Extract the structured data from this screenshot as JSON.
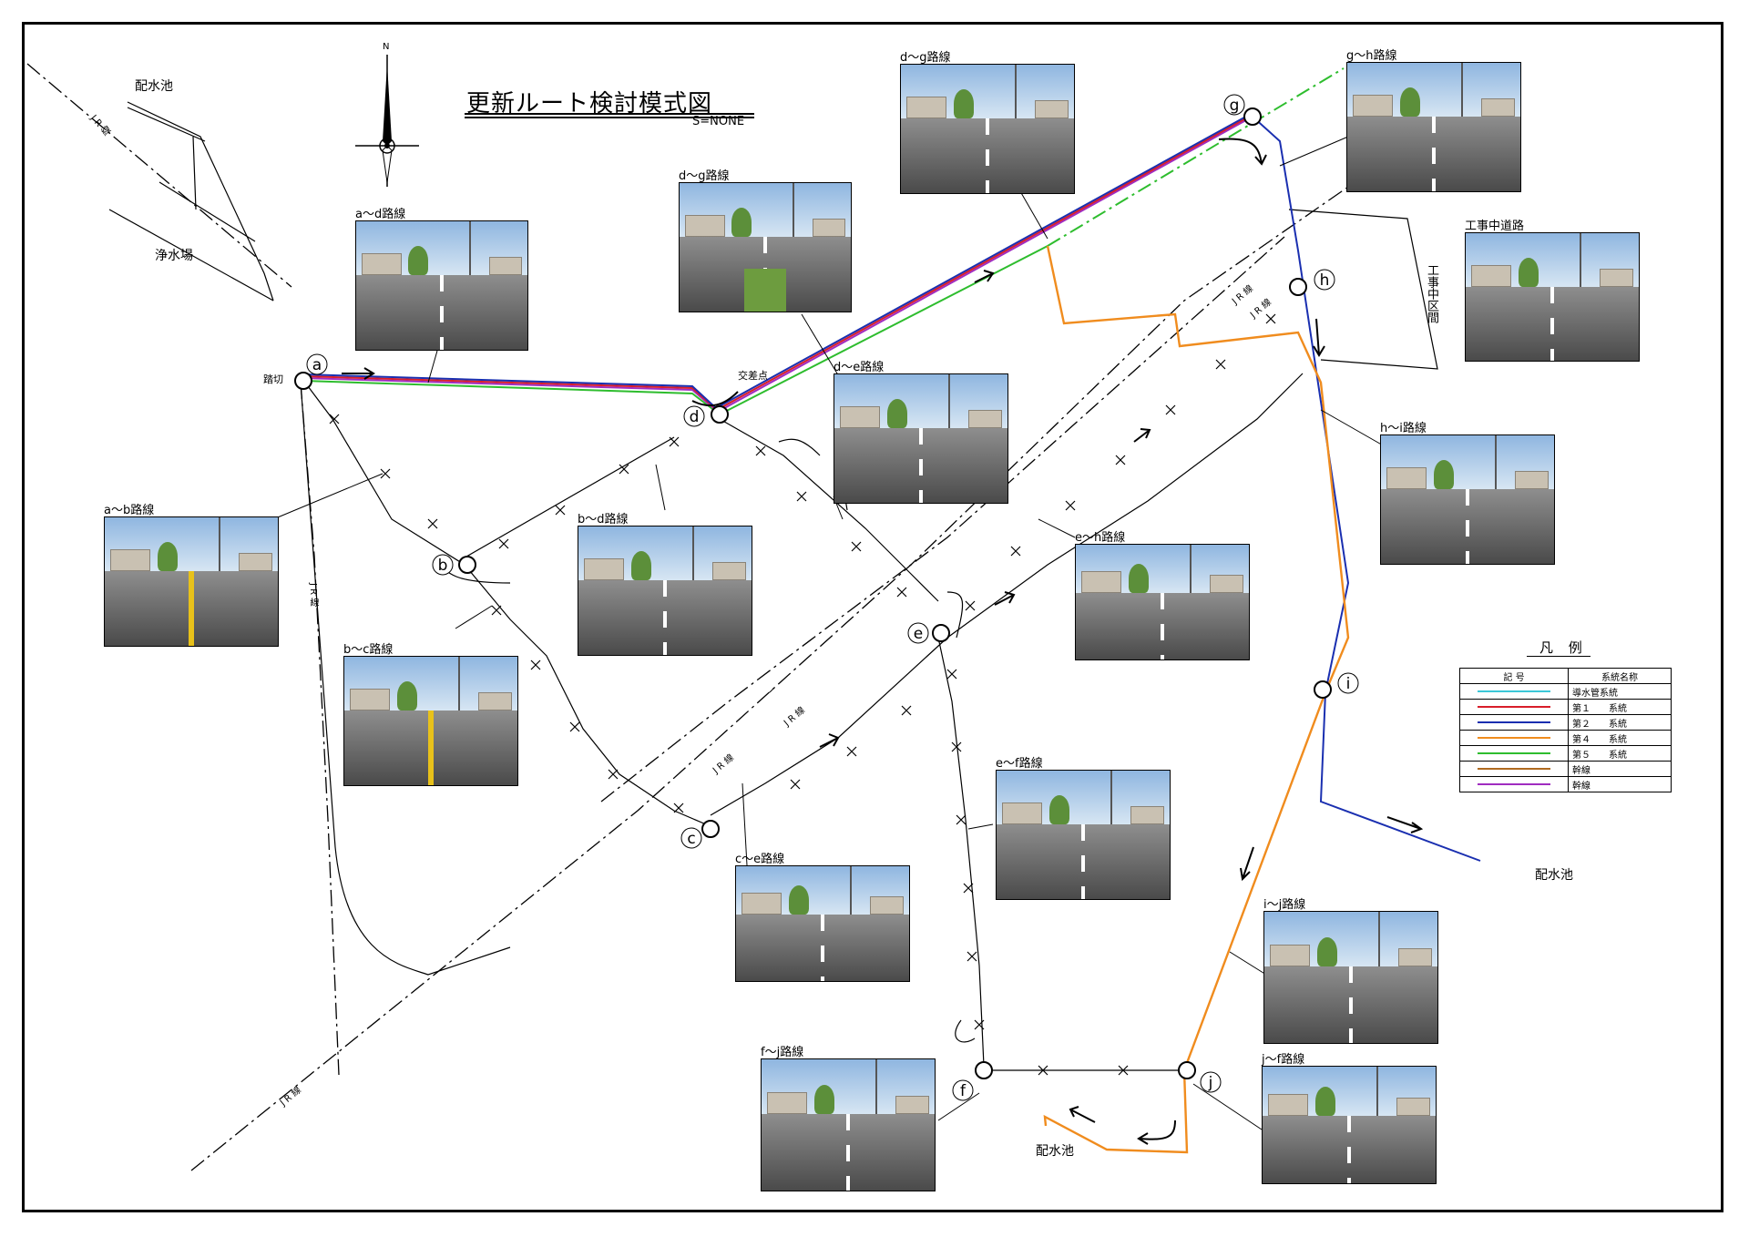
{
  "title": "更新ルート検討模式図",
  "scale": "S=NONE",
  "north": "N",
  "places": {
    "reservoir_top": "配水池",
    "treatment_plant": "浄水場",
    "crossing": "踏切",
    "intersection": "交差点",
    "reservoir_right": "配水池",
    "reservoir_bottom": "配水池",
    "road_under_construction": "工事中道路",
    "construction_section": "工事中区間"
  },
  "railway": {
    "jr_1": "J R 線",
    "jr_2": "J R 線",
    "jr_3": "J R 線",
    "jr_4": "J R 線",
    "jr_5": "J R 線",
    "jr_6": "J R 線",
    "jr_7": "J R 線"
  },
  "nodes": [
    "a",
    "b",
    "c",
    "d",
    "e",
    "f",
    "g",
    "h",
    "i",
    "j"
  ],
  "photos": [
    {
      "caption": "a～d路線",
      "kind": "plain"
    },
    {
      "caption": "d～g路線",
      "kind": "median"
    },
    {
      "caption": "d～g路線",
      "kind": "plain"
    },
    {
      "caption": "g～h路線",
      "kind": "plain"
    },
    {
      "caption": "工事中道路",
      "kind": "plain"
    },
    {
      "caption": "d～e路線",
      "kind": "plain"
    },
    {
      "caption": "h～i路線",
      "kind": "plain"
    },
    {
      "caption": "a～b路線",
      "kind": "yellow"
    },
    {
      "caption": "b～d路線",
      "kind": "plain"
    },
    {
      "caption": "e～h路線",
      "kind": "plain"
    },
    {
      "caption": "b～c路線",
      "kind": "yellow"
    },
    {
      "caption": "e～f路線",
      "kind": "plain"
    },
    {
      "caption": "c～e路線",
      "kind": "plain"
    },
    {
      "caption": "i～j路線",
      "kind": "plain"
    },
    {
      "caption": "f～j路線",
      "kind": "plain"
    },
    {
      "caption": "j～f路線",
      "kind": "plain"
    }
  ],
  "legend": {
    "title": "凡 例",
    "col_symbol": "記 号",
    "col_name": "系統名称",
    "rows": [
      {
        "color": "#3cc8d8",
        "name": "導水管系統"
      },
      {
        "color": "#d81e2a",
        "name": "第１　　系統"
      },
      {
        "color": "#1a2fb0",
        "name": "第２　　系統"
      },
      {
        "color": "#f08c1e",
        "name": "第４　　系統"
      },
      {
        "color": "#2ebd2e",
        "name": "第５　　系統"
      },
      {
        "color": "#b06a20",
        "name": "幹線"
      },
      {
        "color": "#a02cc0",
        "name": "幹線"
      }
    ]
  }
}
